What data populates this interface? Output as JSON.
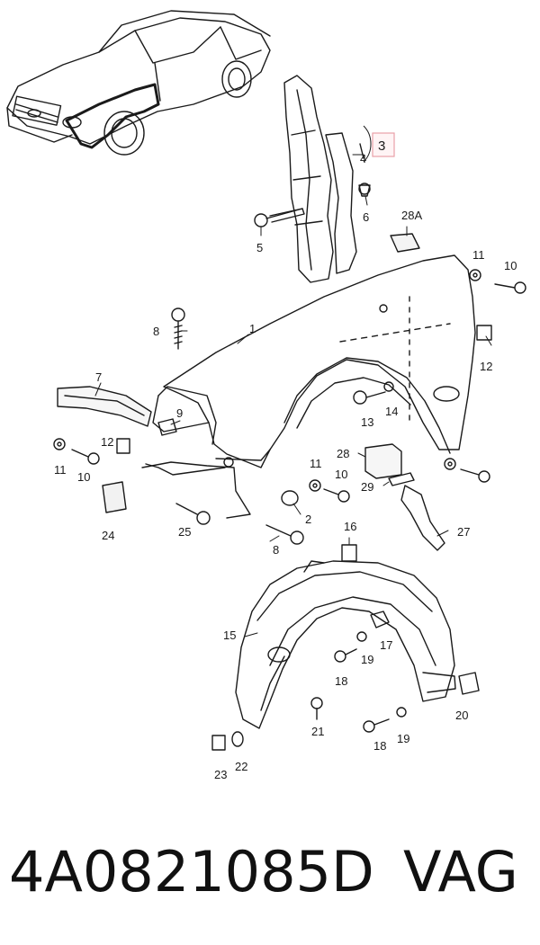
{
  "diagram": {
    "callouts": [
      "1",
      "2",
      "3",
      "4",
      "5",
      "6",
      "7",
      "8",
      "8",
      "9",
      "10",
      "10",
      "10",
      "11",
      "11",
      "11",
      "12",
      "12",
      "13",
      "14",
      "15",
      "16",
      "17",
      "18",
      "18",
      "19",
      "19",
      "20",
      "21",
      "22",
      "23",
      "24",
      "25",
      "27",
      "28",
      "28A",
      "29"
    ],
    "highlight_label": "3",
    "highlight_color": "#e8a0a8",
    "line_color": "#1a1a1a"
  },
  "footer": {
    "part_number": "4A0821085D",
    "brand": "VAG"
  }
}
